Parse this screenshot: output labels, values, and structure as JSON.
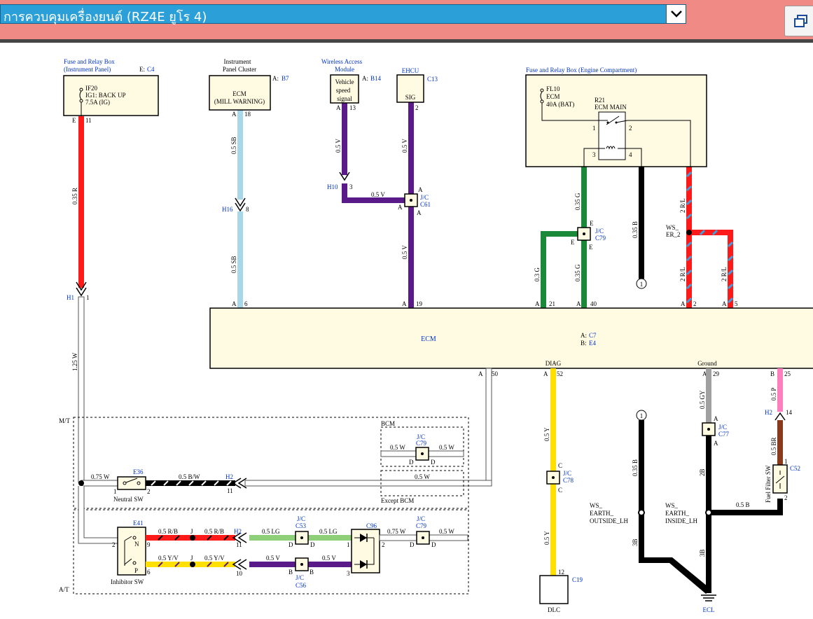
{
  "header": {
    "title": "การควบคุมเครื่องยนต์ (RZ4E ยูโร 4)",
    "dropdown_icon": "chevron-down-icon",
    "corner_icon": "window-restore-icon"
  },
  "colors": {
    "title_bg": "#2a9fd8",
    "header_bg": "#f08a84",
    "box_fill": "#fffbe3",
    "blue_label": "#0033cc",
    "wire_R": "#ff1a1a",
    "wire_SB": "#a8d8e8",
    "wire_V": "#5a1a8a",
    "wire_G": "#1a8a3a",
    "wire_B": "#000000",
    "wire_W": "#ffffff",
    "wire_Y": "#ffe000",
    "wire_LG": "#8fcf7a",
    "wire_GY": "#a0a0a0",
    "wire_P": "#ff7ec0",
    "wire_BR": "#8a3a1a"
  },
  "components": {
    "fuse_ip": {
      "title1": "Fuse and Relay Box",
      "title2": "(Instrument Panel)",
      "conn_prefix": "E:",
      "conn": "C4",
      "l1": "IF20",
      "l2": "IG1: BACK UP",
      "l3": "7.5A (IG)",
      "pin_letter": "E",
      "pin": "11"
    },
    "cluster": {
      "title1": "Instrument",
      "title2": "Panel  Cluster",
      "conn_prefix": "A:",
      "conn": "B7",
      "l1": "ECM",
      "l2": "(MILL WARNING)",
      "pin_letter": "A",
      "pin": "18"
    },
    "wam": {
      "title1": "Wireless Access",
      "title2": "Module",
      "conn_prefix": "A:",
      "conn": "B14",
      "l1": "Vehicle",
      "l2": "speed",
      "l3": "signal",
      "pin_letter": "A",
      "pin": "13"
    },
    "ehcu": {
      "title": "EHCU",
      "conn": "C13",
      "l1": "SIG",
      "pin": "2"
    },
    "fuse_ec": {
      "title": "Fuse and Relay Box (Engine Compartment)",
      "l1": "FL10",
      "l2": "ECM",
      "l3": "40A (BAT)",
      "relay_name": "R21",
      "relay_label": "ECM MAIN",
      "p1": "1",
      "p2": "2",
      "p3": "3",
      "p4": "4"
    },
    "ecm": {
      "label": "ECM",
      "conn_a_prefix": "A:",
      "conn_a": "C7",
      "conn_b_prefix": "B:",
      "conn_b": "E4",
      "diag": "DIAG",
      "ground": "Ground"
    },
    "dlc": {
      "label": "DLC",
      "conn": "C19",
      "pin": "12"
    },
    "ecl": {
      "label": "ECL"
    },
    "ws_er2": {
      "l1": "WS_",
      "l2": "ER_2"
    },
    "ws_out": {
      "l1": "WS_",
      "l2": "EARTH_",
      "l3": "OUTSIDE_LH"
    },
    "ws_in": {
      "l1": "WS_",
      "l2": "EARTH_",
      "l3": "INSIDE_LH"
    },
    "neutral": {
      "conn": "E36",
      "label": "Neutral SW",
      "p1": "1",
      "p2": "2"
    },
    "inhibitor": {
      "conn": "E41",
      "label": "Inhibitor SW",
      "n": "N",
      "p": "P",
      "p2": "2",
      "p9": "9",
      "p6": "6"
    },
    "c96": {
      "conn": "C96",
      "p1": "1",
      "p2": "2",
      "p3": "3"
    },
    "fuel_filter": {
      "conn": "C52",
      "label": "Fuel Filter SW",
      "p1": "1",
      "p2": "2"
    },
    "mt": "M/T",
    "at": "A/T",
    "bcm": "BCM",
    "except_bcm": "Except BCM",
    "jc": "J/C",
    "j": "J"
  },
  "connectors": {
    "C61": "C61",
    "C79": "C79",
    "C77": "C77",
    "C78": "C78",
    "C53": "C53",
    "C56": "C56",
    "H1": "H1",
    "H2": "H2",
    "H10": "H10",
    "H16": "H16"
  },
  "wires": {
    "r035": "0.35 R",
    "sb05": "0.5 SB",
    "v05": "0.5 V",
    "g035": "0.35 G",
    "b035": "0.35 B",
    "rl2": "2 R/L",
    "g03": "0.3 G",
    "w125": "1.25 W",
    "y05": "0.5 Y",
    "gy05": "0.5 GY",
    "p05": "0.5 P",
    "br05": "0.5 BR",
    "b2": "2B",
    "b05": "0.5 B",
    "b3": "3B",
    "w075": "0.75 W",
    "bw05": "0.5 B/W",
    "w05": "0.5 W",
    "rb05": "0.5 R/B",
    "lg05": "0.5 LG",
    "yv05": "0.5 Y/V"
  },
  "pins": {
    "a": "A",
    "b": "B",
    "c": "C",
    "d": "D",
    "e": "E",
    "p": "P",
    "n1": "1",
    "n2": "2",
    "n3": "3",
    "n5": "5",
    "n6": "6",
    "n8": "8",
    "n9": "9",
    "n10": "10",
    "n11": "11",
    "n12": "12",
    "n13": "13",
    "n14": "14",
    "n18": "18",
    "n19": "19",
    "n21": "21",
    "n25": "25",
    "n29": "29",
    "n40": "40",
    "n50": "50",
    "n52": "52"
  }
}
